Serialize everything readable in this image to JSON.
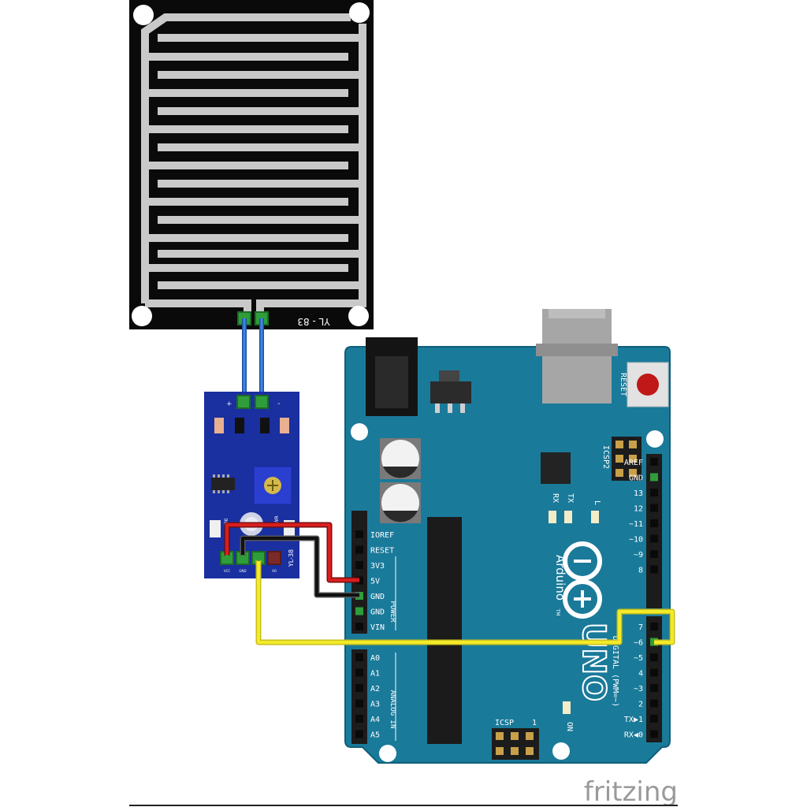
{
  "sensor": {
    "model": "YL - 83"
  },
  "module": {
    "model": "YL-38",
    "pin_vcc": "VCC",
    "pin_gnd": "GND",
    "pin_do": "DO",
    "pin_ao": "AO",
    "led_d0": "D0",
    "led_pwr": "PWR",
    "pad_plus": "+",
    "pad_minus": "-"
  },
  "arduino": {
    "brand": "Arduino",
    "tm": "TM",
    "model": "UNO",
    "reset_label": "RESET",
    "icsp2_label": "ICSP2",
    "icsp_label": "ICSP",
    "icsp_pin1": "1",
    "on_label": "ON",
    "tx_label": "TX",
    "rx_label": "RX",
    "l_label": "L",
    "digital_label": "DIGITAL (PWM=~)",
    "power_label": "POWER",
    "analog_label": "ANALOG IN",
    "power_pins": [
      "IOREF",
      "RESET",
      "3V3",
      "5V",
      "GND",
      "GND",
      "VIN"
    ],
    "analog_pins": [
      "A0",
      "A1",
      "A2",
      "A3",
      "A4",
      "A5"
    ],
    "digital_pins_top": [
      "AREF",
      "GND",
      "13",
      "12",
      "~11",
      "~10",
      "~9",
      "8"
    ],
    "digital_pins_bottom": [
      "7",
      "~6",
      "~5",
      "4",
      "~3",
      "2",
      "TX▶1",
      "RX◀0"
    ]
  },
  "watermark": "fritzing",
  "colors": {
    "board": "#1a7a9a",
    "board_edge": "#0f5f7a",
    "module_board": "#1a2fa0",
    "wire_blue": "#2e6fd9",
    "wire_red": "#d81e1e",
    "wire_black": "#111111",
    "wire_yellow": "#f2ea2a",
    "sensor_trace": "#c9c9c9",
    "header": "#1c1c1c"
  }
}
